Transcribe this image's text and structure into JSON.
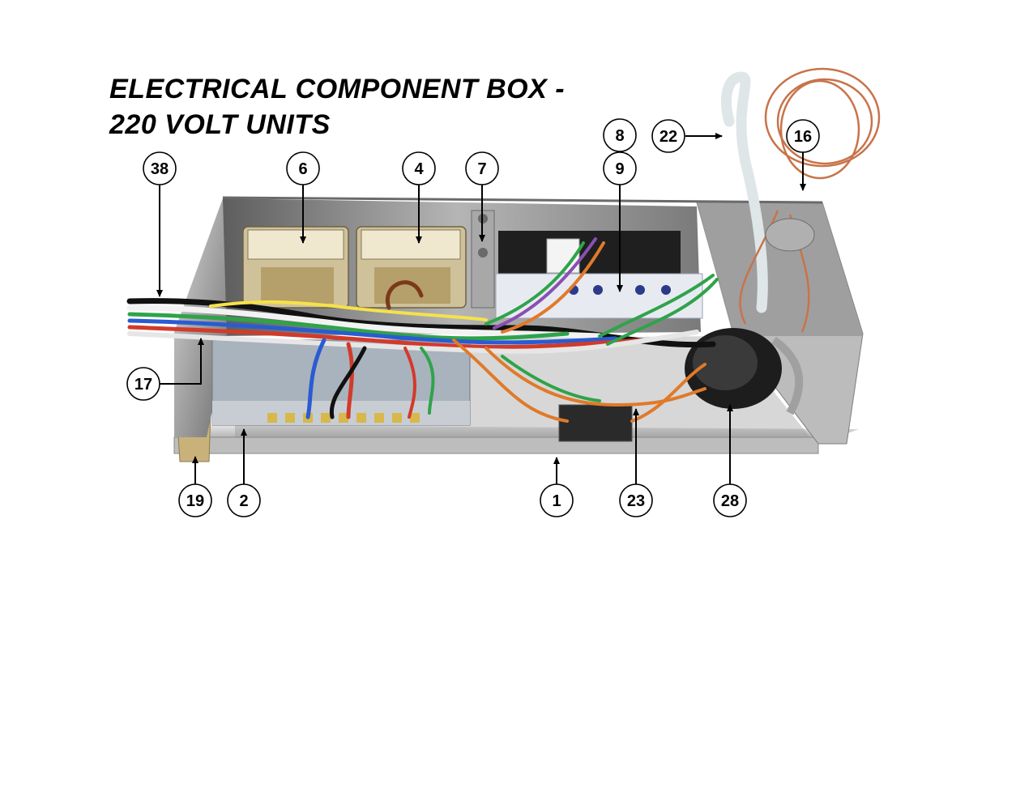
{
  "title": {
    "line1": "ELECTRICAL COMPONENT BOX -",
    "line2": "220 VOLT UNITS"
  },
  "callouts": {
    "c38": "38",
    "c6": "6",
    "c4": "4",
    "c7": "7",
    "c8": "8",
    "c9": "9",
    "c22": "22",
    "c16": "16",
    "c17": "17",
    "c19": "19",
    "c2": "2",
    "c1": "1",
    "c23": "23",
    "c28": "28"
  },
  "colors": {
    "box_metal": "#c9c9c9",
    "wire_red": "#d23a2a",
    "wire_blue": "#2a5bd2",
    "wire_green": "#2fa34a",
    "wire_brown": "#7a3a1a",
    "wire_orange": "#e07a2a",
    "copper": "#c8734a",
    "transformer": "#d8c79a"
  }
}
